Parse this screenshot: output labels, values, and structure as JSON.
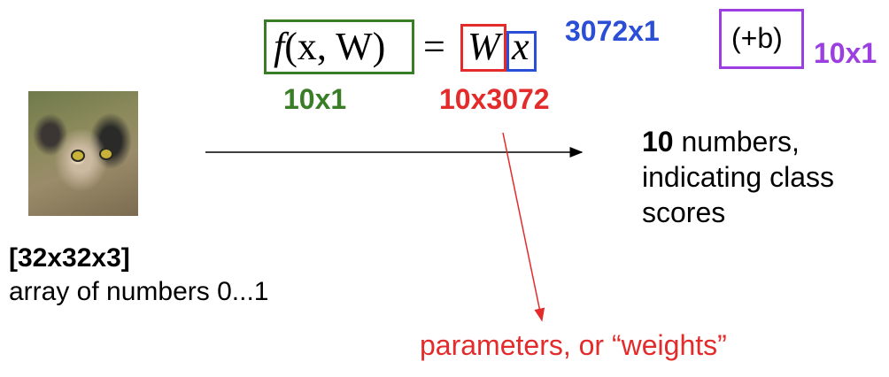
{
  "equation": {
    "f": "f",
    "args": "(x, W)",
    "equals": "=",
    "W": "W",
    "x": "x"
  },
  "bias": "(+b)",
  "dims": {
    "x_dim": "3072x1",
    "b_dim": "10x1",
    "f_dim": "10x1",
    "W_dim": "10x3072"
  },
  "input": {
    "shape": "[32x32x3]",
    "desc": "array of numbers 0...1"
  },
  "output": {
    "count": "10",
    "line1_rest": " numbers,",
    "line2": "indicating class",
    "line3": "scores"
  },
  "annotation": "parameters, or “weights”",
  "colors": {
    "green": "#3a7d27",
    "red": "#e32b2b",
    "blue": "#2a4fd6",
    "purple": "#9b3fe0"
  }
}
